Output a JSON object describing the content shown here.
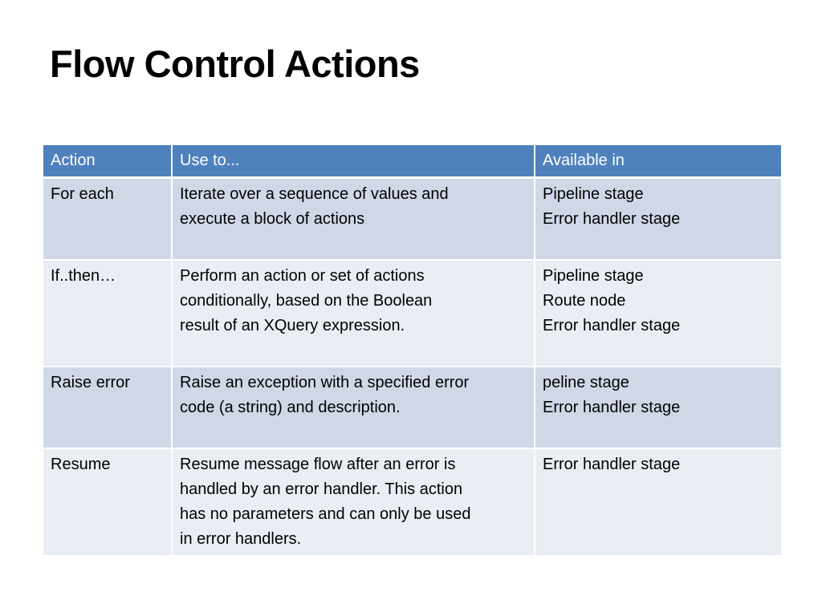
{
  "slide": {
    "title": "Flow Control Actions"
  },
  "table": {
    "headers": [
      "Action",
      "Use to...",
      "Available in"
    ],
    "rows": [
      {
        "action": "For each",
        "use_lines": [
          "Iterate over a sequence of values and",
          "execute a block of actions"
        ],
        "available_lines": [
          "Pipeline stage",
          "Error handler stage"
        ]
      },
      {
        "action": "If..then…",
        "use_lines": [
          "Perform an action or set of actions",
          "conditionally, based on the Boolean",
          "result of an XQuery expression."
        ],
        "available_lines": [
          "Pipeline stage",
          "Route node",
          "Error handler stage"
        ]
      },
      {
        "action": "Raise error",
        "use_lines": [
          "Raise an exception with a specified error",
          "code (a string) and description."
        ],
        "available_lines": [
          "peline stage",
          "Error handler stage"
        ]
      },
      {
        "action": "Resume",
        "use_lines": [
          "Resume message flow after an error is",
          "handled by an error handler. This action",
          "has no parameters and can only be used",
          "in error handlers."
        ],
        "available_lines": [
          "Error handler stage"
        ]
      }
    ]
  },
  "colors": {
    "header_bg": "#4f81bd",
    "row_odd_bg": "#d0d8e8",
    "row_even_bg": "#e9edf4",
    "header_text": "#ffffff"
  }
}
